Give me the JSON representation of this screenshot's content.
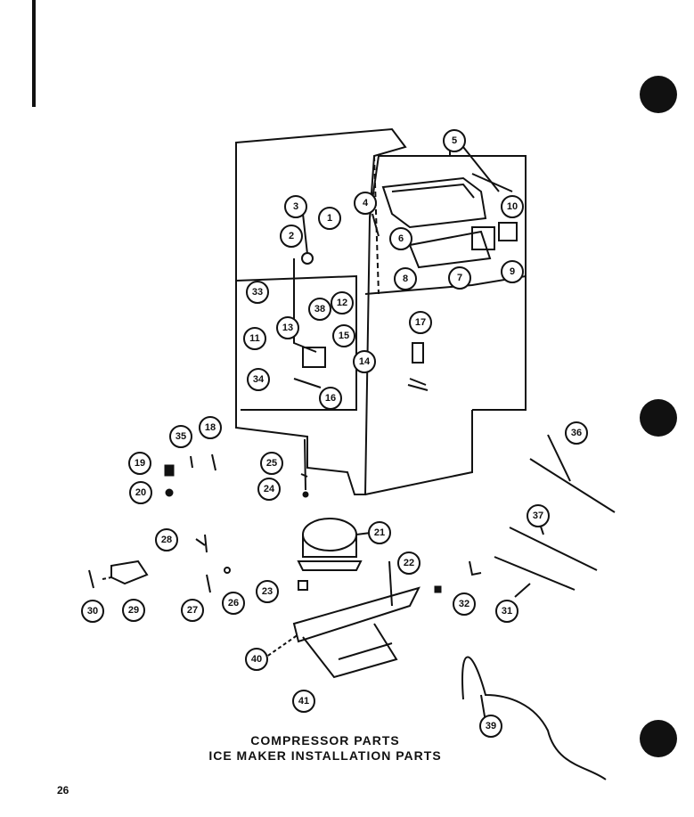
{
  "callouts": [
    "1",
    "2",
    "3",
    "4",
    "5",
    "6",
    "7",
    "8",
    "9",
    "10",
    "11",
    "12",
    "13",
    "14",
    "15",
    "16",
    "17",
    "18",
    "19",
    "20",
    "21",
    "22",
    "23",
    "24",
    "25",
    "26",
    "27",
    "28",
    "29",
    "30",
    "31",
    "32",
    "33",
    "34",
    "35",
    "36",
    "37",
    "38",
    "39",
    "40",
    "41"
  ],
  "caption": {
    "line1": "COMPRESSOR PARTS",
    "line2": "ICE MAKER INSTALLATION PARTS"
  },
  "page_number": "26",
  "colors": {
    "ink": "#111111",
    "paper": "#ffffff"
  }
}
